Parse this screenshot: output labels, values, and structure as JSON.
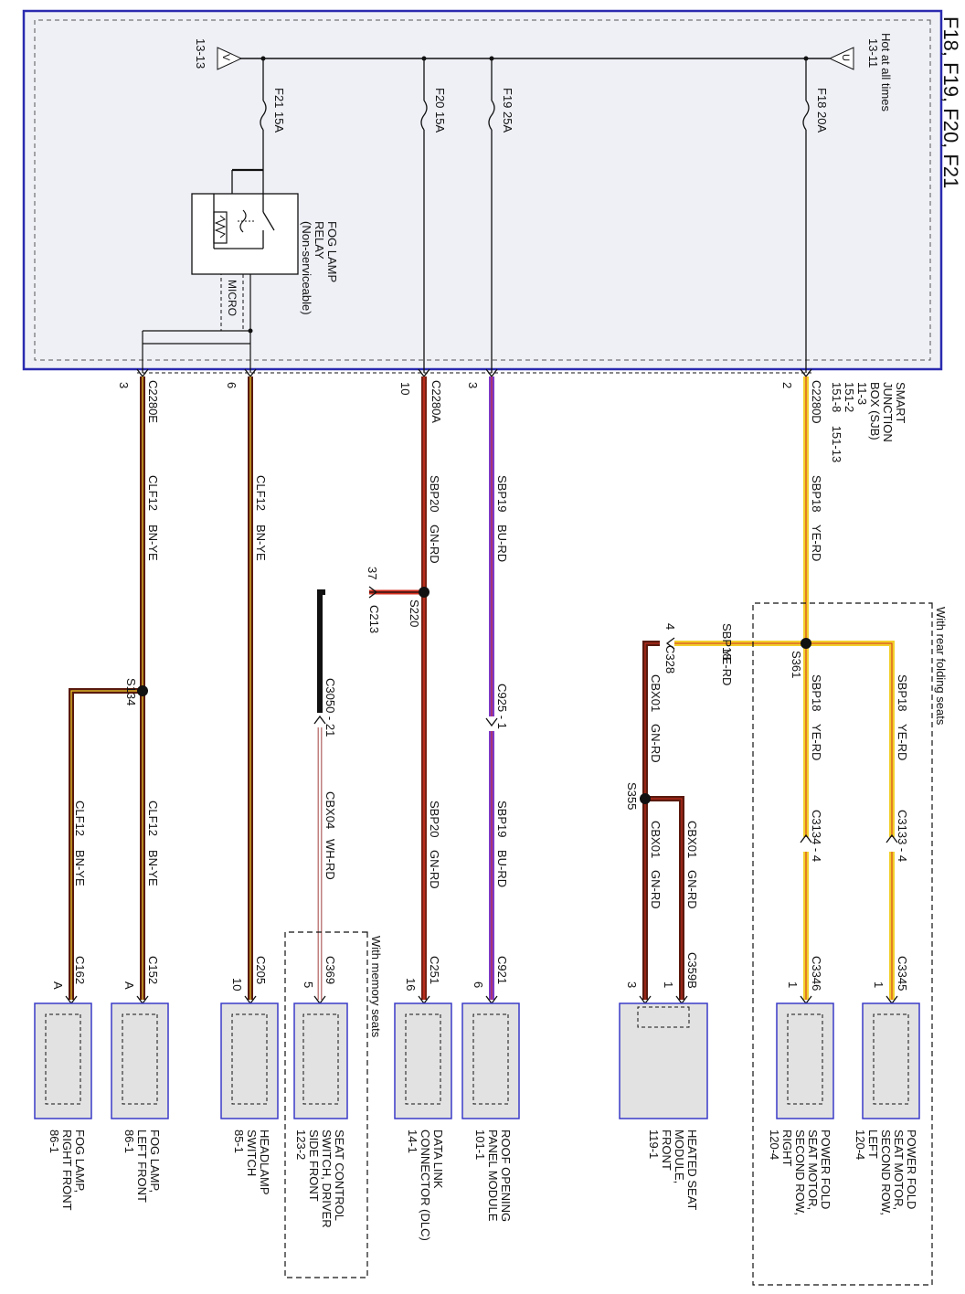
{
  "title": "F18, F19, F20, F21",
  "sjb": {
    "power_left": "13-13",
    "power_left_tri": "V",
    "power_right": "13-11",
    "power_right_tri": "U",
    "hot_label": "Hot at all times",
    "module_label": "SMART\nJUNCTION\nBOX (SJB)\n11-3\n151-2\n151-8    151-13",
    "micro_label": "MICRO",
    "relay_label": "FOG LAMP\nRELAY\n(Non-serviceable)"
  },
  "fuses": [
    {
      "name": "F21",
      "rating": "15A"
    },
    {
      "name": "F20",
      "rating": "15A"
    },
    {
      "name": "F19",
      "rating": "25A"
    },
    {
      "name": "F18",
      "rating": "20A"
    }
  ],
  "sjb_connectors": [
    {
      "pin": "3",
      "connector": "C2280E"
    },
    {
      "pin": "6",
      "connector": ""
    },
    {
      "pin": "10",
      "connector": "C2280A"
    },
    {
      "pin": "3",
      "connector": ""
    },
    {
      "pin": "2",
      "connector": "C2280D"
    }
  ],
  "wires": {
    "clf12_a": {
      "circuit": "CLF12",
      "color_code": "BN-YE"
    },
    "clf12_b": {
      "circuit": "CLF12",
      "color_code": "BN-YE"
    },
    "clf12_c": {
      "circuit": "CLF12",
      "color_code": "BN-YE"
    },
    "clf12_d": {
      "circuit": "CLF12",
      "color_code": "BN-YE"
    },
    "sbp20_a": {
      "circuit": "SBP20",
      "color_code": "GN-RD"
    },
    "sbp20_b": {
      "circuit": "SBP20",
      "color_code": "GN-RD"
    },
    "cbx04": {
      "circuit": "CBX04",
      "color_code": "WH-RD"
    },
    "sbp19_a": {
      "circuit": "SBP19",
      "color_code": "BU-RD"
    },
    "sbp19_b": {
      "circuit": "SBP19",
      "color_code": "BU-RD"
    },
    "sbp18_main": {
      "circuit": "SBP18",
      "color_code": "YE-RD"
    },
    "sbp18_branch": {
      "circuit": "SBP18",
      "color_code": "YE-RD"
    },
    "sbp18_c3134": {
      "circuit": "SBP18",
      "color_code": "YE-RD"
    },
    "sbp18_c3133": {
      "circuit": "SBP18",
      "color_code": "YE-RD"
    },
    "cbx01_a": {
      "circuit": "CBX01",
      "color_code": "GN-RD"
    },
    "cbx01_b": {
      "circuit": "CBX01",
      "color_code": "GN-RD"
    },
    "cbx01_c": {
      "circuit": "CBX01",
      "color_code": "GN-RD"
    }
  },
  "splices": {
    "s134": "S134",
    "s220": "S220",
    "s361": "S361",
    "s355": "S355"
  },
  "inline_connectors": {
    "c213": "C213",
    "c213_pin": "37",
    "c3050": "C3050 - 21",
    "c925": "C925 - 1",
    "c328": "C328",
    "c328_pin": "4",
    "c3134": "C3134 - 4",
    "c3133": "C3133 - 4"
  },
  "components": [
    {
      "id": "fog-rf",
      "connector": "C162",
      "pin": "A",
      "name": "FOG LAMP,\nRIGHT FRONT\n86-1"
    },
    {
      "id": "fog-lf",
      "connector": "C152",
      "pin": "A",
      "name": "FOG LAMP,\nLEFT FRONT\n86-1"
    },
    {
      "id": "headlamp",
      "connector": "C205",
      "pin": "10",
      "name": "HEADLAMP\nSWITCH\n85-1"
    },
    {
      "id": "seat-control",
      "connector": "C369",
      "pin": "5",
      "name": "SEAT CONTROL\nSWITCH, DRIVER\nSIDE FRONT\n123-2"
    },
    {
      "id": "dlc",
      "connector": "C251",
      "pin": "16",
      "name": "DATA LINK\nCONNECTOR (DLC)\n14-1"
    },
    {
      "id": "roof",
      "connector": "C921",
      "pin": "6",
      "name": "ROOF OPENING\nPANEL MODULE\n101-1"
    },
    {
      "id": "heated-seat",
      "connector": "C359B",
      "pin": "3",
      "pin2": "1",
      "name": "HEATED SEAT\nMODULE,\nFRONT\n119-1"
    },
    {
      "id": "pf-right",
      "connector": "C3346",
      "pin": "1",
      "name": "POWER FOLD\nSEAT MOTOR,\nSECOND ROW,\nRIGHT\n120-4"
    },
    {
      "id": "pf-left",
      "connector": "C3345",
      "pin": "1",
      "name": "POWER FOLD\nSEAT MOTOR,\nSECOND ROW,\nLEFT\n120-4"
    }
  ],
  "options": {
    "memory_seats": "With memory seats",
    "rear_folding": "With rear folding seats"
  },
  "colors": {
    "sjb_fill": "#eef0f6",
    "sjb_border": "#2a2ab0",
    "comp_border": "#3a3ac8",
    "comp_fill": "#e2e2e2",
    "brown": "#5a1a0e",
    "yellow": "#f2d02a",
    "green_red": "#7a2214",
    "blue_red": "#7d38c8",
    "white_red": "#c08080",
    "black": "#111111",
    "red": "#d43020"
  }
}
